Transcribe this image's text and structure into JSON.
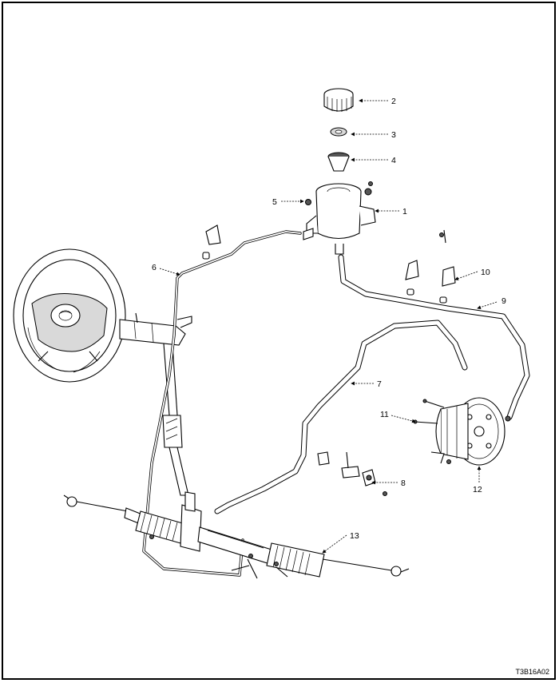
{
  "callouts": [
    {
      "id": "c1",
      "text": "1"
    },
    {
      "id": "c2",
      "text": "2"
    },
    {
      "id": "c3",
      "text": "3"
    },
    {
      "id": "c4",
      "text": "4"
    },
    {
      "id": "c5",
      "text": "5"
    },
    {
      "id": "c6",
      "text": "6"
    },
    {
      "id": "c7",
      "text": "7"
    },
    {
      "id": "c8",
      "text": "8"
    },
    {
      "id": "c9",
      "text": "9"
    },
    {
      "id": "c10",
      "text": "10"
    },
    {
      "id": "c11",
      "text": "11"
    },
    {
      "id": "c12",
      "text": "12"
    },
    {
      "id": "c13",
      "text": "13"
    }
  ],
  "figure_code": "T3B16A02"
}
